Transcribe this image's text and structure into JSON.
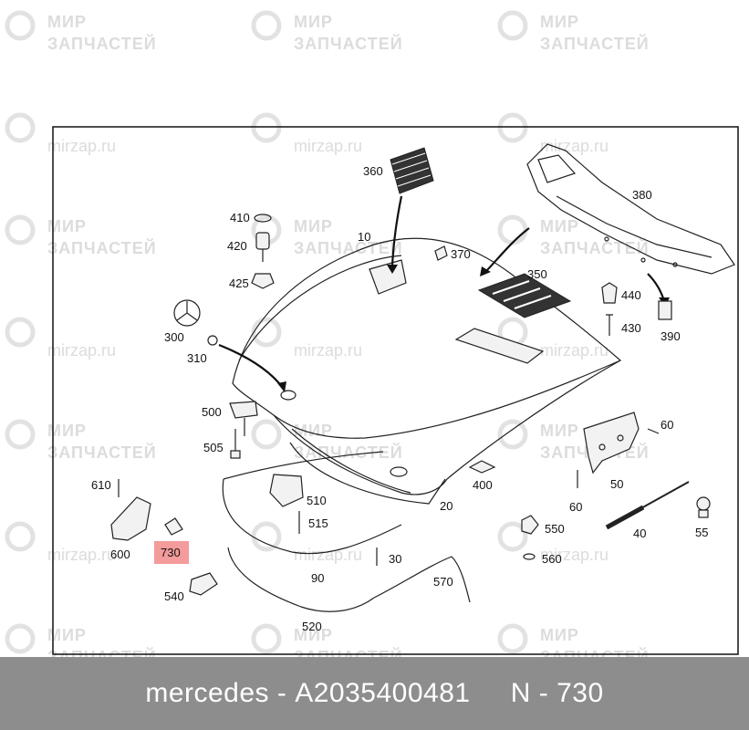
{
  "watermark": {
    "line1": "МИР",
    "line2": "ЗАПЧАСТЕЙ",
    "url": "mirzap.ru"
  },
  "labels": {
    "p10": "10",
    "p20": "20",
    "p30": "30",
    "p40": "40",
    "p50": "50",
    "p55": "55",
    "p60a": "60",
    "p60b": "60",
    "p90": "90",
    "p300": "300",
    "p310": "310",
    "p350": "350",
    "p360": "360",
    "p370": "370",
    "p380": "380",
    "p390": "390",
    "p400": "400",
    "p410": "410",
    "p420": "420",
    "p425": "425",
    "p430": "430",
    "p440": "440",
    "p500": "500",
    "p505": "505",
    "p510": "510",
    "p515": "515",
    "p520": "520",
    "p540": "540",
    "p550": "550",
    "p560": "560",
    "p570": "570",
    "p600": "600",
    "p610": "610",
    "p730": "730"
  },
  "highlight_color": "#f49b9b",
  "footer": {
    "brand": "mercedes",
    "sep1": " - ",
    "part_number": "A2035400481",
    "gap": "     ",
    "position_prefix": "N - ",
    "position": "730"
  }
}
